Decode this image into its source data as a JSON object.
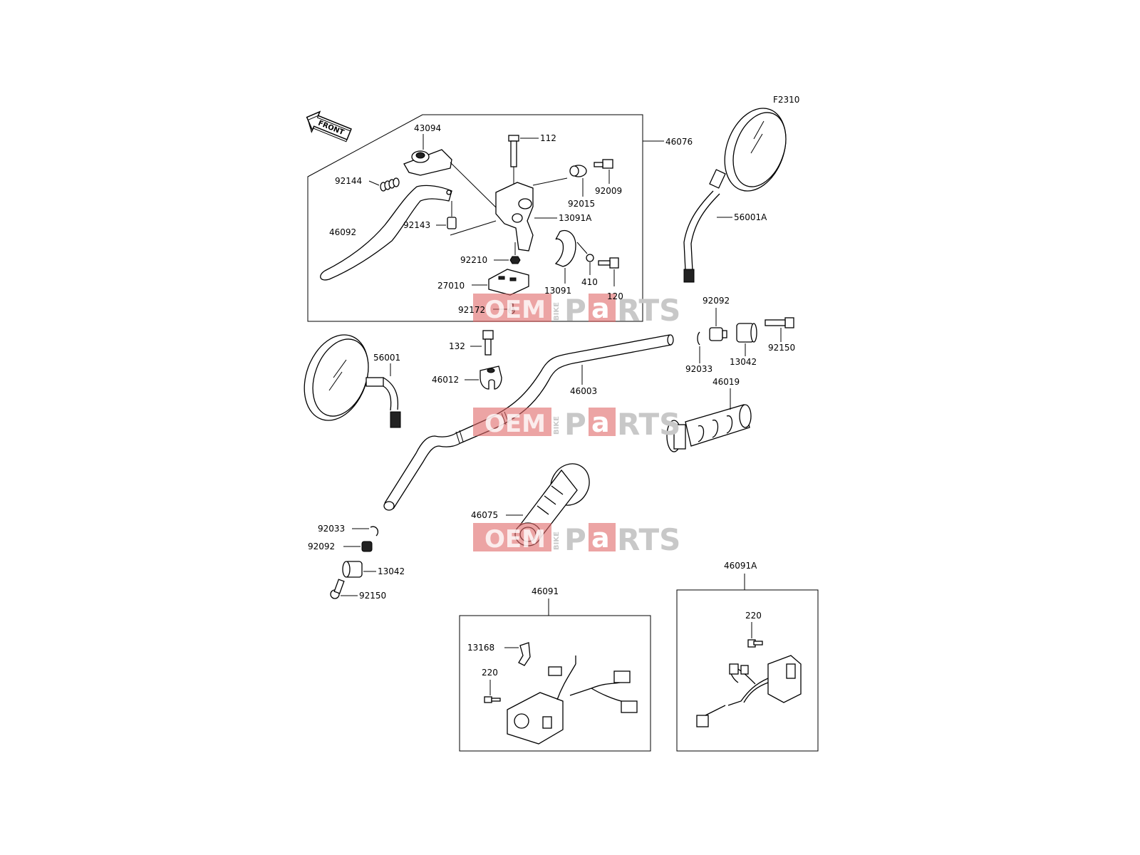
{
  "figure_code": "F2310",
  "front_label": "FRONT",
  "watermark": {
    "oem": "OEM",
    "bike": "BIKE",
    "parts_p": "P",
    "parts_a": "a",
    "parts_rts": "RTS"
  },
  "parts": {
    "p43094": "43094",
    "p112": "112",
    "p46076": "46076",
    "p92144": "92144",
    "p92015": "92015",
    "p92009": "92009",
    "p13091A": "13091A",
    "p46092": "46092",
    "p92143": "92143",
    "p92210": "92210",
    "p27010": "27010",
    "p13091": "13091",
    "p410": "410",
    "p120": "120",
    "p92172": "92172",
    "p56001A": "56001A",
    "p92092_r": "92092",
    "p13042_r": "13042",
    "p92150_r": "92150",
    "p92033_r": "92033",
    "p132": "132",
    "p56001": "56001",
    "p46012": "46012",
    "p46003": "46003",
    "p46019": "46019",
    "p46075": "46075",
    "p92033_l": "92033",
    "p92092_l": "92092",
    "p13042_l": "13042",
    "p92150_l": "92150",
    "p46091": "46091",
    "p13168": "13168",
    "p220_l": "220",
    "p46091A": "46091A",
    "p220_r": "220"
  }
}
